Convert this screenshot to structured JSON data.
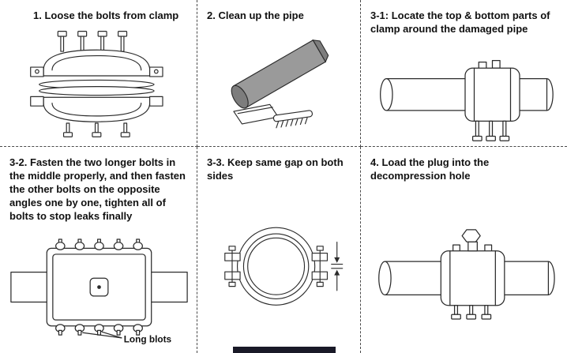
{
  "colors": {
    "line_art": "#2b2b2b",
    "pipe_gray": "#9a9a9a",
    "background": "#ffffff"
  },
  "steps": [
    {
      "label": "1. Loose the bolts from clamp"
    },
    {
      "label": "2. Clean up the pipe"
    },
    {
      "label": "3-1: Locate the top & bottom parts of clamp around the damaged pipe"
    },
    {
      "label": "3-2. Fasten the two longer bolts in the middle properly, and then fasten the other bolts on the opposite angles one by one, tighten all of bolts to stop leaks finally"
    },
    {
      "label": "3-3. Keep same gap on both sides"
    },
    {
      "label": "4. Load the plug into the decompression hole"
    }
  ],
  "annotations": {
    "long_bolts_label": "Long blots"
  }
}
